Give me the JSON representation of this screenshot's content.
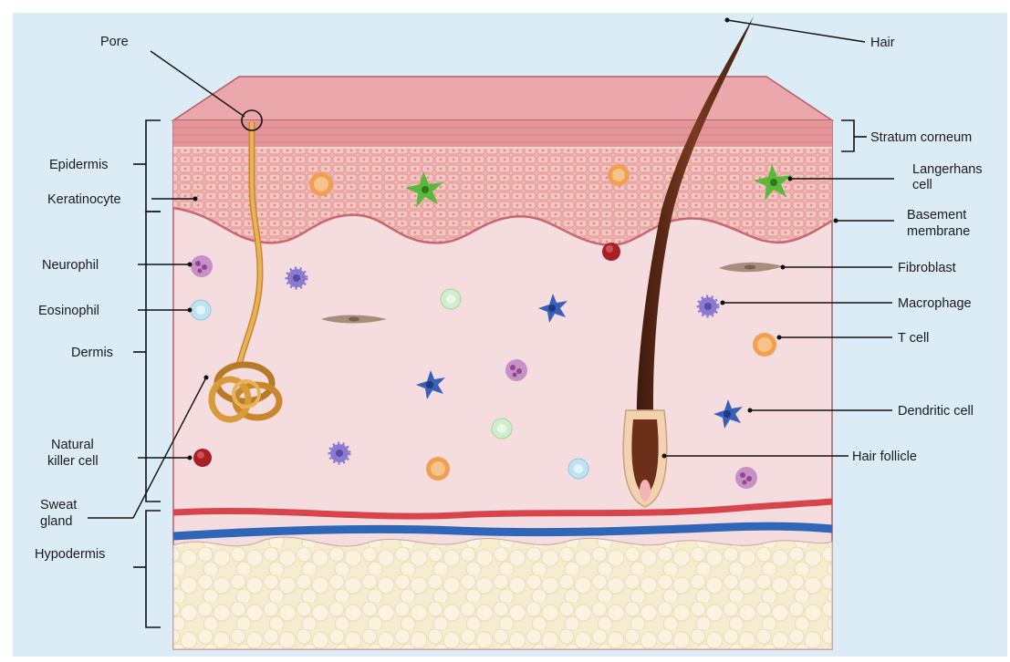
{
  "labels": {
    "pore": "Pore",
    "hair": "Hair",
    "stratum_corneum": "Stratum corneum",
    "epidermis": "Epidermis",
    "keratinocyte": "Keratinocyte",
    "langerhans_line1": "Langerhans",
    "langerhans_line2": "cell",
    "basement_line1": "Basement",
    "basement_line2": "membrane",
    "neurophil": "Neurophil",
    "fibroblast": "Fibroblast",
    "eosinophil": "Eosinophil",
    "macrophage": "Macrophage",
    "dermis": "Dermis",
    "t_cell": "T cell",
    "dendritic_cell": "Dendritic cell",
    "nk_line1": "Natural",
    "nk_line2": "killer cell",
    "hair_follicle": "Hair follicle",
    "sweat_line1": "Sweat",
    "sweat_line2": "gland",
    "hypodermis": "Hypodermis"
  },
  "colors": {
    "background": "#dcecf7",
    "epidermis": "#e8a7aa",
    "dermis": "#f4dcdf",
    "hypodermis": "#f6ead0",
    "hair": "#5a2a17",
    "sweat_gland": "#d99a3a",
    "artery": "#d9444b",
    "vein": "#2f66b8",
    "langerhans": "#5cb83a",
    "macrophage": "#8a7bd0",
    "dendritic": "#3a5fb8",
    "t_cell": "#f0a050",
    "neutrophil": "#c890c8",
    "eosinophil": "#bfe2f2",
    "nk_cell": "#a82026",
    "fibroblast": "#a88c7c",
    "green_cell": "#cfeecb"
  }
}
